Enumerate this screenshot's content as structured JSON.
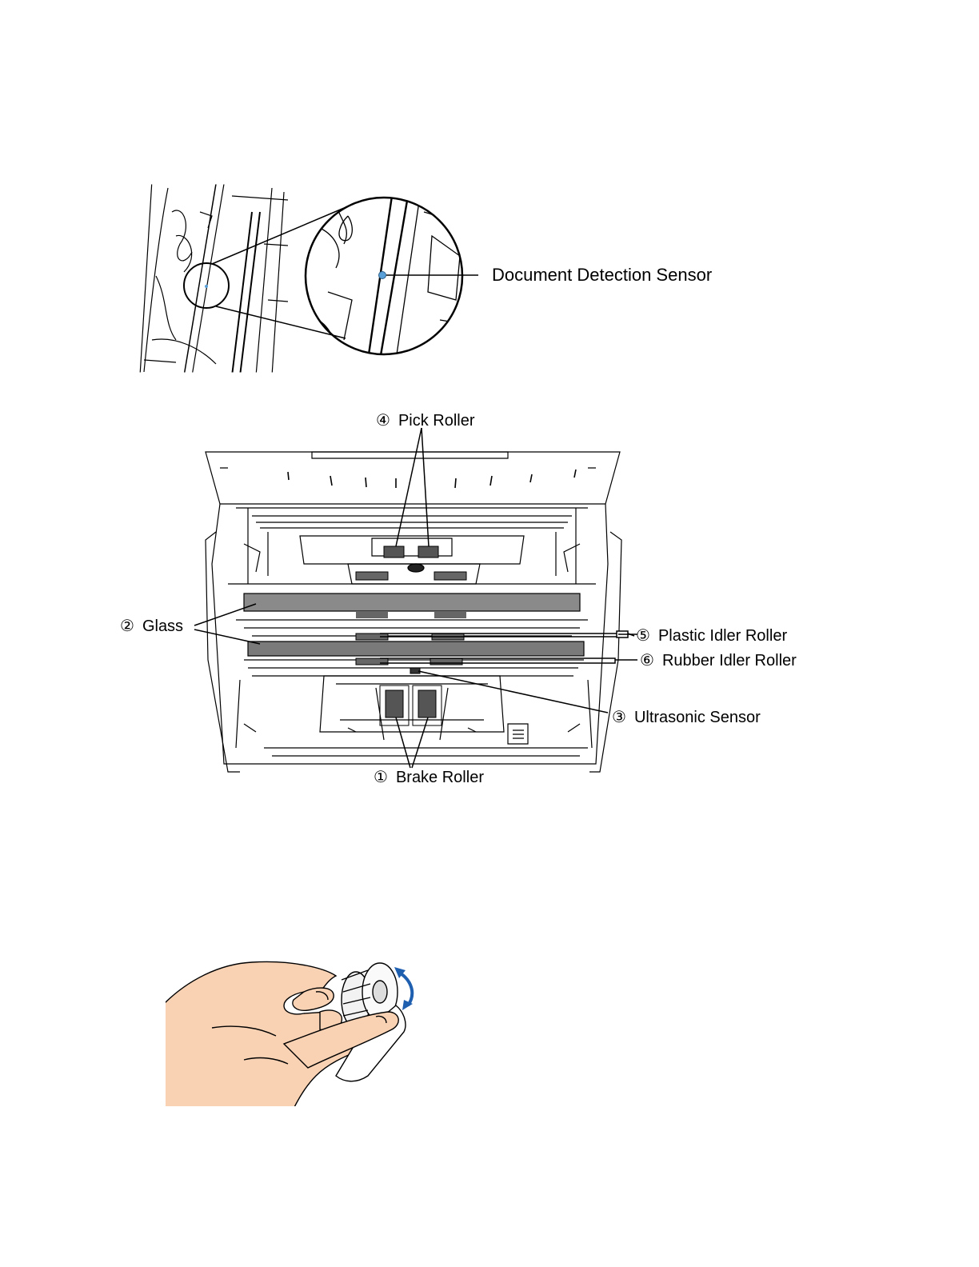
{
  "figure1": {
    "sensor_label": "Document Detection Sensor",
    "sensor_color": "#5aa0d8"
  },
  "figure2": {
    "labels": {
      "pick_roller": {
        "num": "④",
        "text": "Pick Roller"
      },
      "glass": {
        "num": "②",
        "text": "Glass"
      },
      "plastic_idler": {
        "num": "⑤",
        "text": "Plastic Idler Roller"
      },
      "rubber_idler": {
        "num": "⑥",
        "text": "Rubber Idler Roller"
      },
      "ultrasonic": {
        "num": "③",
        "text": "Ultrasonic Sensor"
      },
      "brake_roller": {
        "num": "①",
        "text": "Brake Roller"
      }
    }
  },
  "figure3": {
    "skin_color": "#f9d2b4",
    "arrow_color": "#1f5fb0"
  }
}
